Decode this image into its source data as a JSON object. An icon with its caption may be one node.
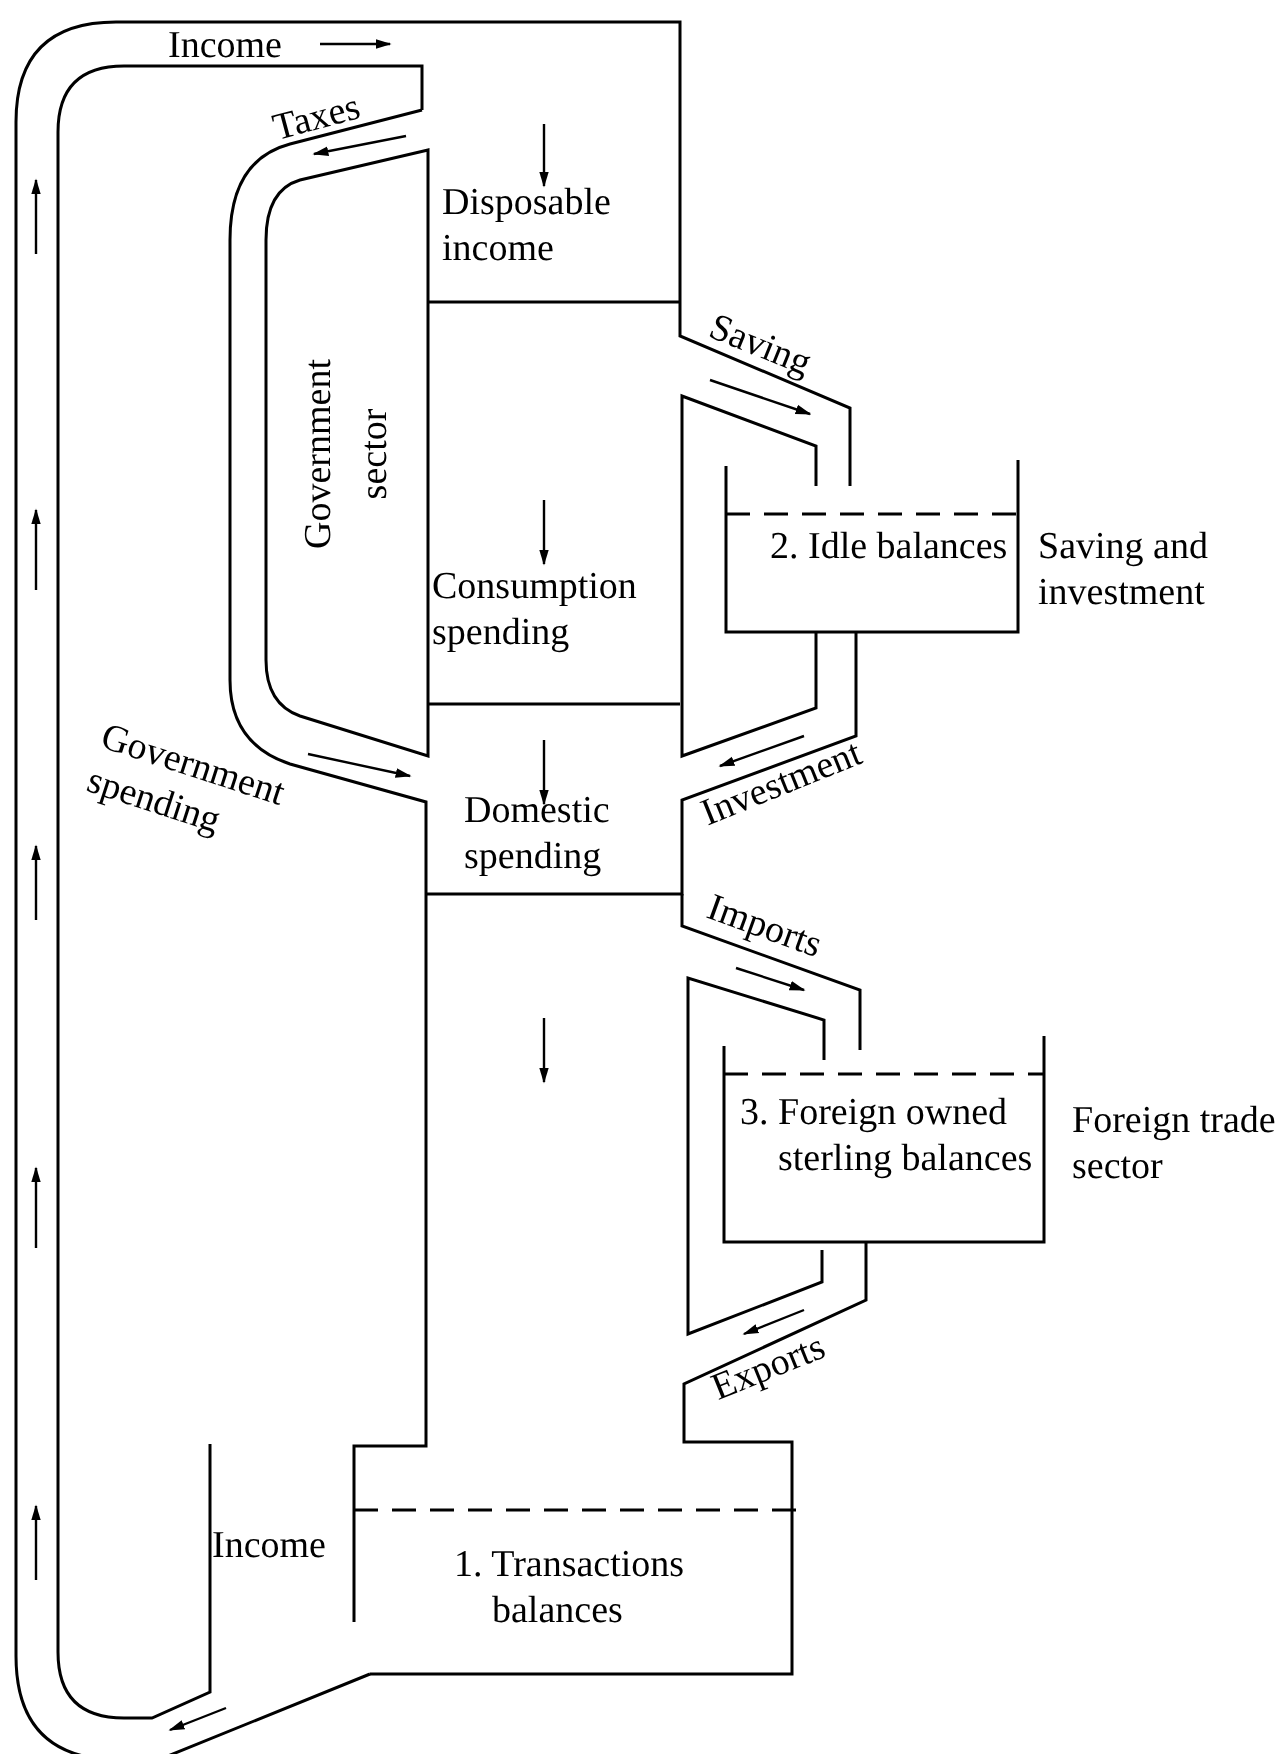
{
  "diagram": {
    "nodes": [
      {
        "text": [
          "Government sector"
        ]
      },
      {
        "text": [
          "2. Idle balances"
        ],
        "beside": [
          "Saving and investment"
        ]
      },
      {
        "text": [
          "3. Foreign owned sterling balances"
        ],
        "beside": [
          "Foreign trade sector"
        ]
      },
      {
        "text": [
          "1. Transactions balances"
        ]
      }
    ],
    "labels": [
      "Income",
      "Taxes",
      "Disposable income",
      "Saving",
      "Consumption spending",
      "Government spending",
      "Domestic spending",
      "Investment",
      "Imports",
      "Exports",
      "Income"
    ]
  }
}
